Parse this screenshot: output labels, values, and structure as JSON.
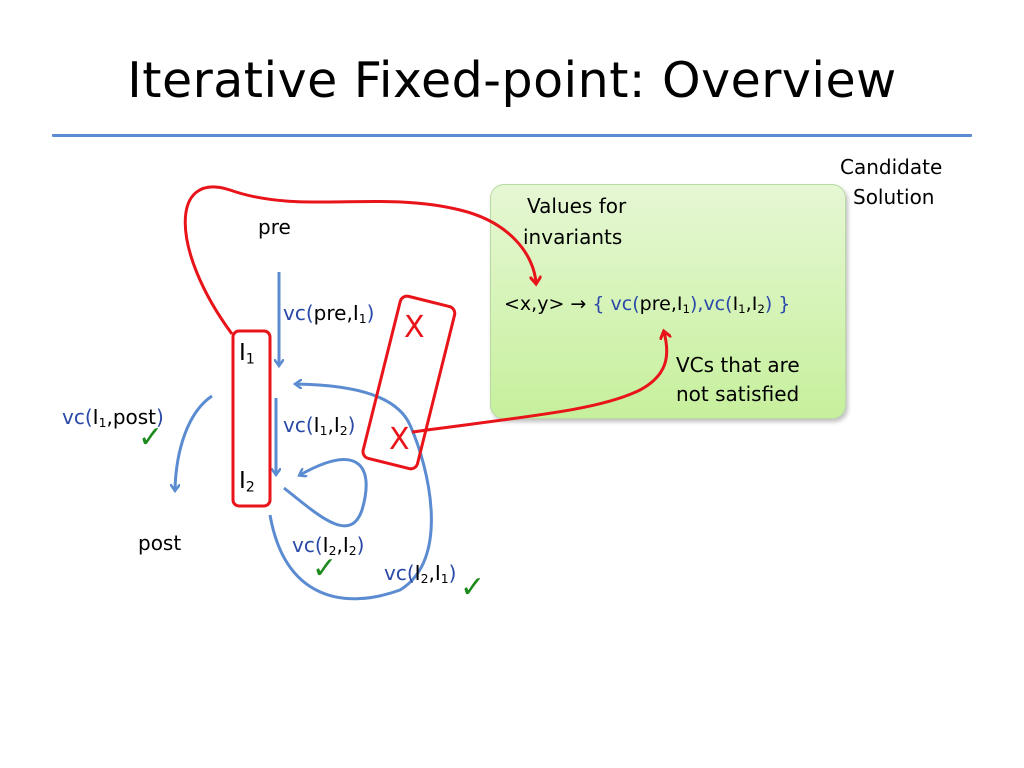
{
  "slide": {
    "title": "Iterative Fixed-point: Overview",
    "candidate_label_line1": "Candidate",
    "candidate_label_line2": "Solution",
    "values_label_line1": "Values for",
    "values_label_line2": "invariants",
    "vcs_label_line1": "VCs that are",
    "vcs_label_line2": "not satisfied",
    "pre": "pre",
    "post": "post",
    "i_letter": "I",
    "sub1": "1",
    "sub2": "2",
    "vc": "vc",
    "lparen": "(",
    "rparen": ")",
    "comma": ",",
    "pre_arg": "pre",
    "post_arg": "post",
    "formula_xy": "<x,y>",
    "formula_arrow": "→",
    "brace_open": "{",
    "brace_close": "}",
    "x_mark": "X",
    "check_mark": "✓"
  },
  "colors": {
    "accent_blue": "#5b8bd0",
    "label_blue": "#2a49a8",
    "highlight_red": "#e8141a",
    "check_green": "#1c8a1c",
    "box_fill": "#c6f09c"
  }
}
